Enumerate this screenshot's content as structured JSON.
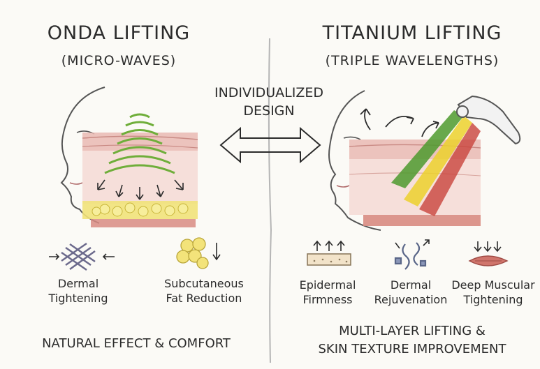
{
  "left": {
    "title": "ONDA LIFTING",
    "subtitle": "(MICRO-WAVES)",
    "labels": [
      {
        "line1": "Dermal",
        "line2": "Tightening"
      },
      {
        "line1": "Subcutaneous",
        "line2": "Fat Reduction"
      }
    ],
    "footer": "NATURAL EFFECT & COMFORT"
  },
  "center": {
    "line1": "INDIVIDUALIZED",
    "line2": "DESIGN"
  },
  "right": {
    "title": "TITANIUM LIFTING",
    "subtitle": "(TRIPLE WAVELENGTHS)",
    "labels": [
      {
        "line1": "Epidermal",
        "line2": "Firmness"
      },
      {
        "line1": "Dermal",
        "line2": "Rejuvenation"
      },
      {
        "line1": "Deep Muscular",
        "line2": "Tightening"
      }
    ],
    "footer_line1": "MULTI-LAYER LIFTING &",
    "footer_line2": "SKIN TEXTURE IMPROVEMENT"
  },
  "colors": {
    "skin_pink": "#e9b9b3",
    "fat_yellow": "#f1e27a",
    "wave_green": "#6fae3a",
    "beam_green": "#4e9a2e",
    "beam_yellow": "#ecd12d",
    "beam_red": "#c9443c"
  },
  "icons": [
    "dermal-mesh-icon",
    "fat-cells-icon",
    "epidermal-arrows-icon",
    "dermal-rejuvenation-icon",
    "muscle-tightening-icon",
    "handpiece-icon",
    "double-arrow-icon"
  ]
}
